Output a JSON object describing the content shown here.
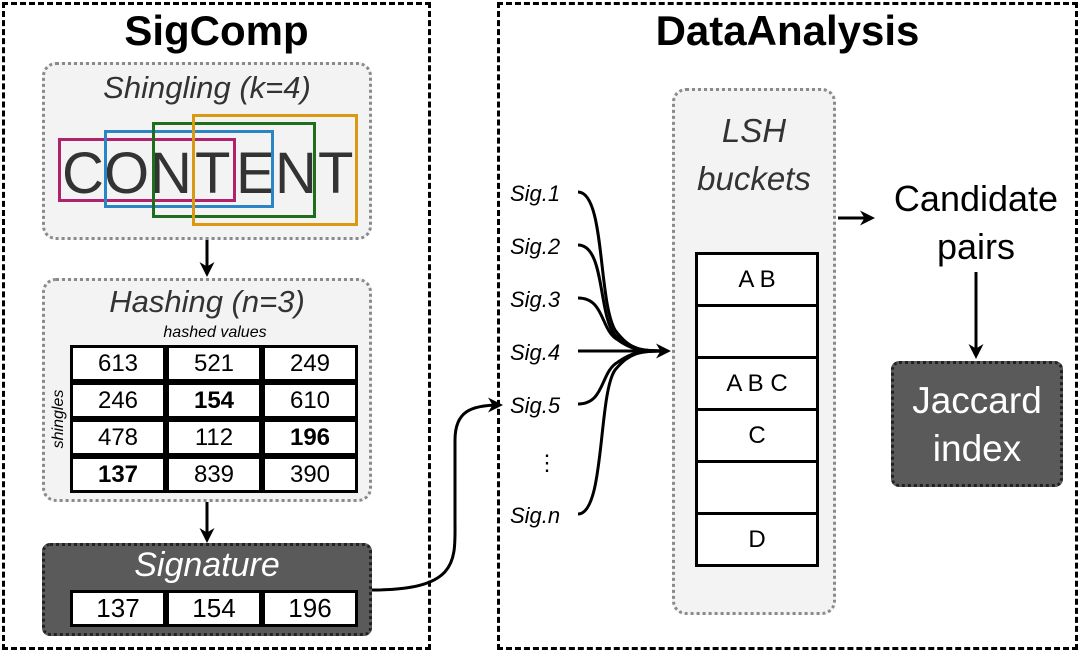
{
  "panels": {
    "sigcomp_title": "SigComp",
    "dataanalysis_title": "DataAnalysis"
  },
  "shingling": {
    "title": "Shingling (k=4)",
    "letters": [
      "C",
      "O",
      "N",
      "T",
      "E",
      "N",
      "T"
    ],
    "colors": [
      "#b0226b",
      "#2a84c6",
      "#1e6e1e",
      "#d99a12"
    ]
  },
  "hashing": {
    "title": "Hashing (n=3)",
    "col_label": "hashed values",
    "row_label": "shingles",
    "rows": [
      [
        "613",
        "521",
        "249"
      ],
      [
        "246",
        "154",
        "610"
      ],
      [
        "478",
        "112",
        "196"
      ],
      [
        "137",
        "839",
        "390"
      ]
    ],
    "bold": [
      [
        1,
        1
      ],
      [
        2,
        2
      ],
      [
        3,
        0
      ]
    ]
  },
  "signature": {
    "title": "Signature",
    "values": [
      "137",
      "154",
      "196"
    ]
  },
  "sigs": [
    "Sig.1",
    "Sig.2",
    "Sig.3",
    "Sig.4",
    "Sig.5",
    "⋮",
    "Sig.n"
  ],
  "lsh": {
    "title_line1": "LSH",
    "title_line2": "buckets",
    "buckets": [
      "A B",
      "",
      "A B C",
      "C",
      "",
      "D"
    ]
  },
  "candidate": {
    "line1": "Candidate",
    "line2": "pairs"
  },
  "jaccard": {
    "line1": "Jaccard",
    "line2": "index"
  }
}
